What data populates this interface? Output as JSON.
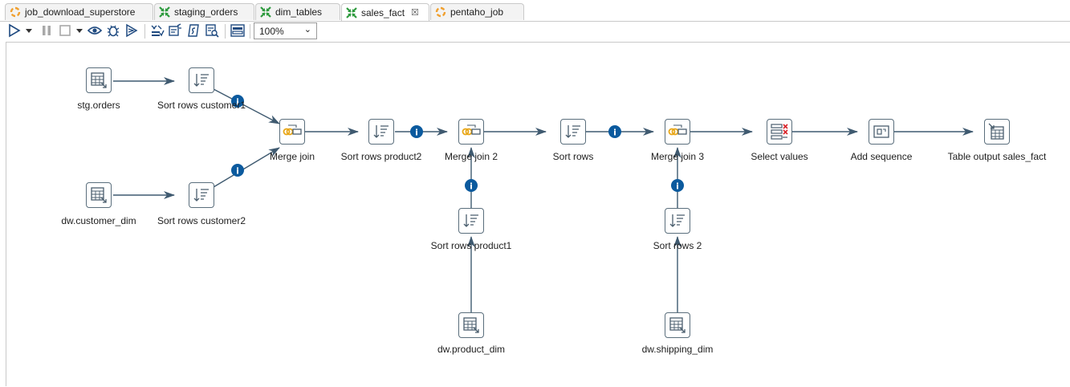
{
  "tabs": [
    {
      "label": "job_download_superstore",
      "kind": "job-icon"
    },
    {
      "label": "staging_orders",
      "kind": "transformation-icon"
    },
    {
      "label": "dim_tables",
      "kind": "transformation-icon"
    },
    {
      "label": "sales_fact",
      "kind": "transformation-icon",
      "active": true,
      "close": "☒"
    },
    {
      "label": "pentaho_job",
      "kind": "job-icon"
    }
  ],
  "toolbar": {
    "zoom_value": "100%",
    "buttons": [
      "run-icon",
      "run-dropdown-icon",
      "pause-icon",
      "stop-icon",
      "stop-dropdown-icon",
      "preview-icon",
      "debug-icon",
      "replay-icon",
      "verify-icon",
      "impact-icon",
      "sql-icon",
      "explore-db-icon",
      "show-results-icon"
    ]
  },
  "steps": {
    "stg_orders": "stg.orders",
    "sort_customer1": "Sort rows customer1",
    "customer_dim": "dw.customer_dim",
    "sort_customer2": "Sort rows customer2",
    "merge_join": "Merge join",
    "sort_product2": "Sort rows product2",
    "merge_join_2": "Merge join 2",
    "sort_product1": "Sort rows product1",
    "product_dim": "dw.product_dim",
    "sort_rows": "Sort rows",
    "merge_join_3": "Merge join 3",
    "sort_rows_2": "Sort rows 2",
    "shipping_dim": "dw.shipping_dim",
    "select_values": "Select values",
    "add_sequence": "Add sequence",
    "table_output": "Table output sales_fact"
  },
  "hop_info_symbol": "i",
  "colors": {
    "hop": "#3f5a70",
    "info_badge": "#0b5a9e",
    "step_border": "#5a6e7c",
    "merge_accent": "#e8a617",
    "select_x": "#d9242a",
    "tab_job": "#f0a030",
    "tab_trans": "#2e9a3e"
  }
}
